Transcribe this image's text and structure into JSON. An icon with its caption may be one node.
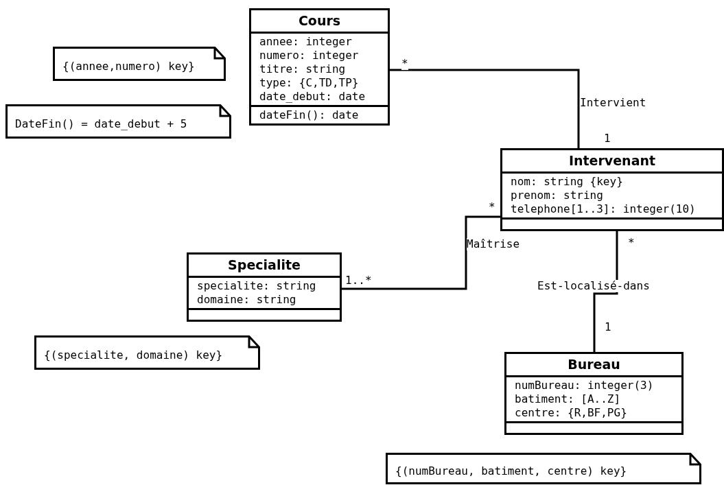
{
  "diagram": {
    "nodes": [
      {
        "text": [
          "{(annee,numero) key}"
        ]
      },
      {
        "text": [
          "Cours",
          "annee: integer",
          "numero: integer",
          "titre: string",
          "type: {C,TD,TP}",
          "date_debut: date",
          "dateFin(): date"
        ]
      },
      {
        "text": [
          "DateFin() = date_debut + 5"
        ]
      },
      {
        "text": [
          "Intervenant",
          "nom: string {key}",
          "prenom: string",
          "telephone[1..3]: integer(10)"
        ]
      },
      {
        "text": [
          "Specialite",
          "specialite: string",
          "domaine: string"
        ]
      },
      {
        "text": [
          "{(specialite, domaine) key}"
        ]
      },
      {
        "text": [
          "Bureau",
          "numBureau: integer(3)",
          "batiment: [A..Z]",
          "centre: {R,BF,PG}"
        ]
      },
      {
        "text": [
          "{(numBureau, batiment, centre) key}"
        ]
      }
    ],
    "edges": [
      {
        "from": 1,
        "to": 3,
        "arrow": "none",
        "label": "Intervient"
      },
      {
        "from": 3,
        "to": 4,
        "arrow": "none",
        "label": "Maîtrise"
      },
      {
        "from": 3,
        "to": 6,
        "arrow": "none",
        "label": "Est-localisé-dans"
      }
    ],
    "labels": [
      "*",
      "1",
      "*",
      "*",
      "1..*",
      "1"
    ]
  }
}
